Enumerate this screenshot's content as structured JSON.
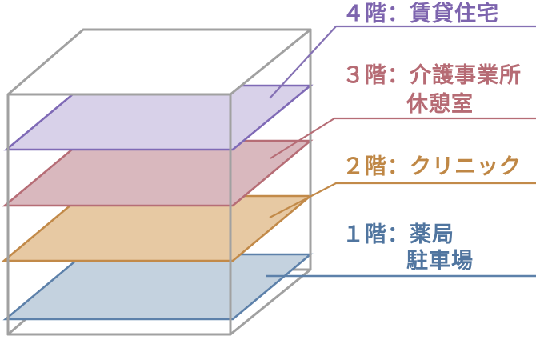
{
  "canvas": {
    "bg": "#ffffff"
  },
  "box": {
    "edge_color": "#a1a1a1",
    "face_color": "#ffffff"
  },
  "floors": [
    {
      "floor_no": "4",
      "label": "４階：賃貸住宅",
      "label_line2": "",
      "slab_fill": "#d8d1e9",
      "slab_stroke": "#7f6ab6",
      "text_color": "#7d64ae",
      "leader_color": "#8571b4"
    },
    {
      "floor_no": "3",
      "label": "３階：介護事業所",
      "label_line2": "休憩室",
      "slab_fill": "#d9b8be",
      "slab_stroke": "#b66d76",
      "text_color": "#b66b74",
      "leader_color": "#b66d76"
    },
    {
      "floor_no": "2",
      "label": "２階：クリニック",
      "label_line2": "",
      "slab_fill": "#e7c9a3",
      "slab_stroke": "#c28a49",
      "text_color": "#bf8745",
      "leader_color": "#c28a49"
    },
    {
      "floor_no": "1",
      "label": "１階：薬局",
      "label_line2": "駐車場",
      "slab_fill": "#c4d2df",
      "slab_stroke": "#5d81aa",
      "text_color": "#50759f",
      "leader_color": "#5d81aa"
    }
  ]
}
